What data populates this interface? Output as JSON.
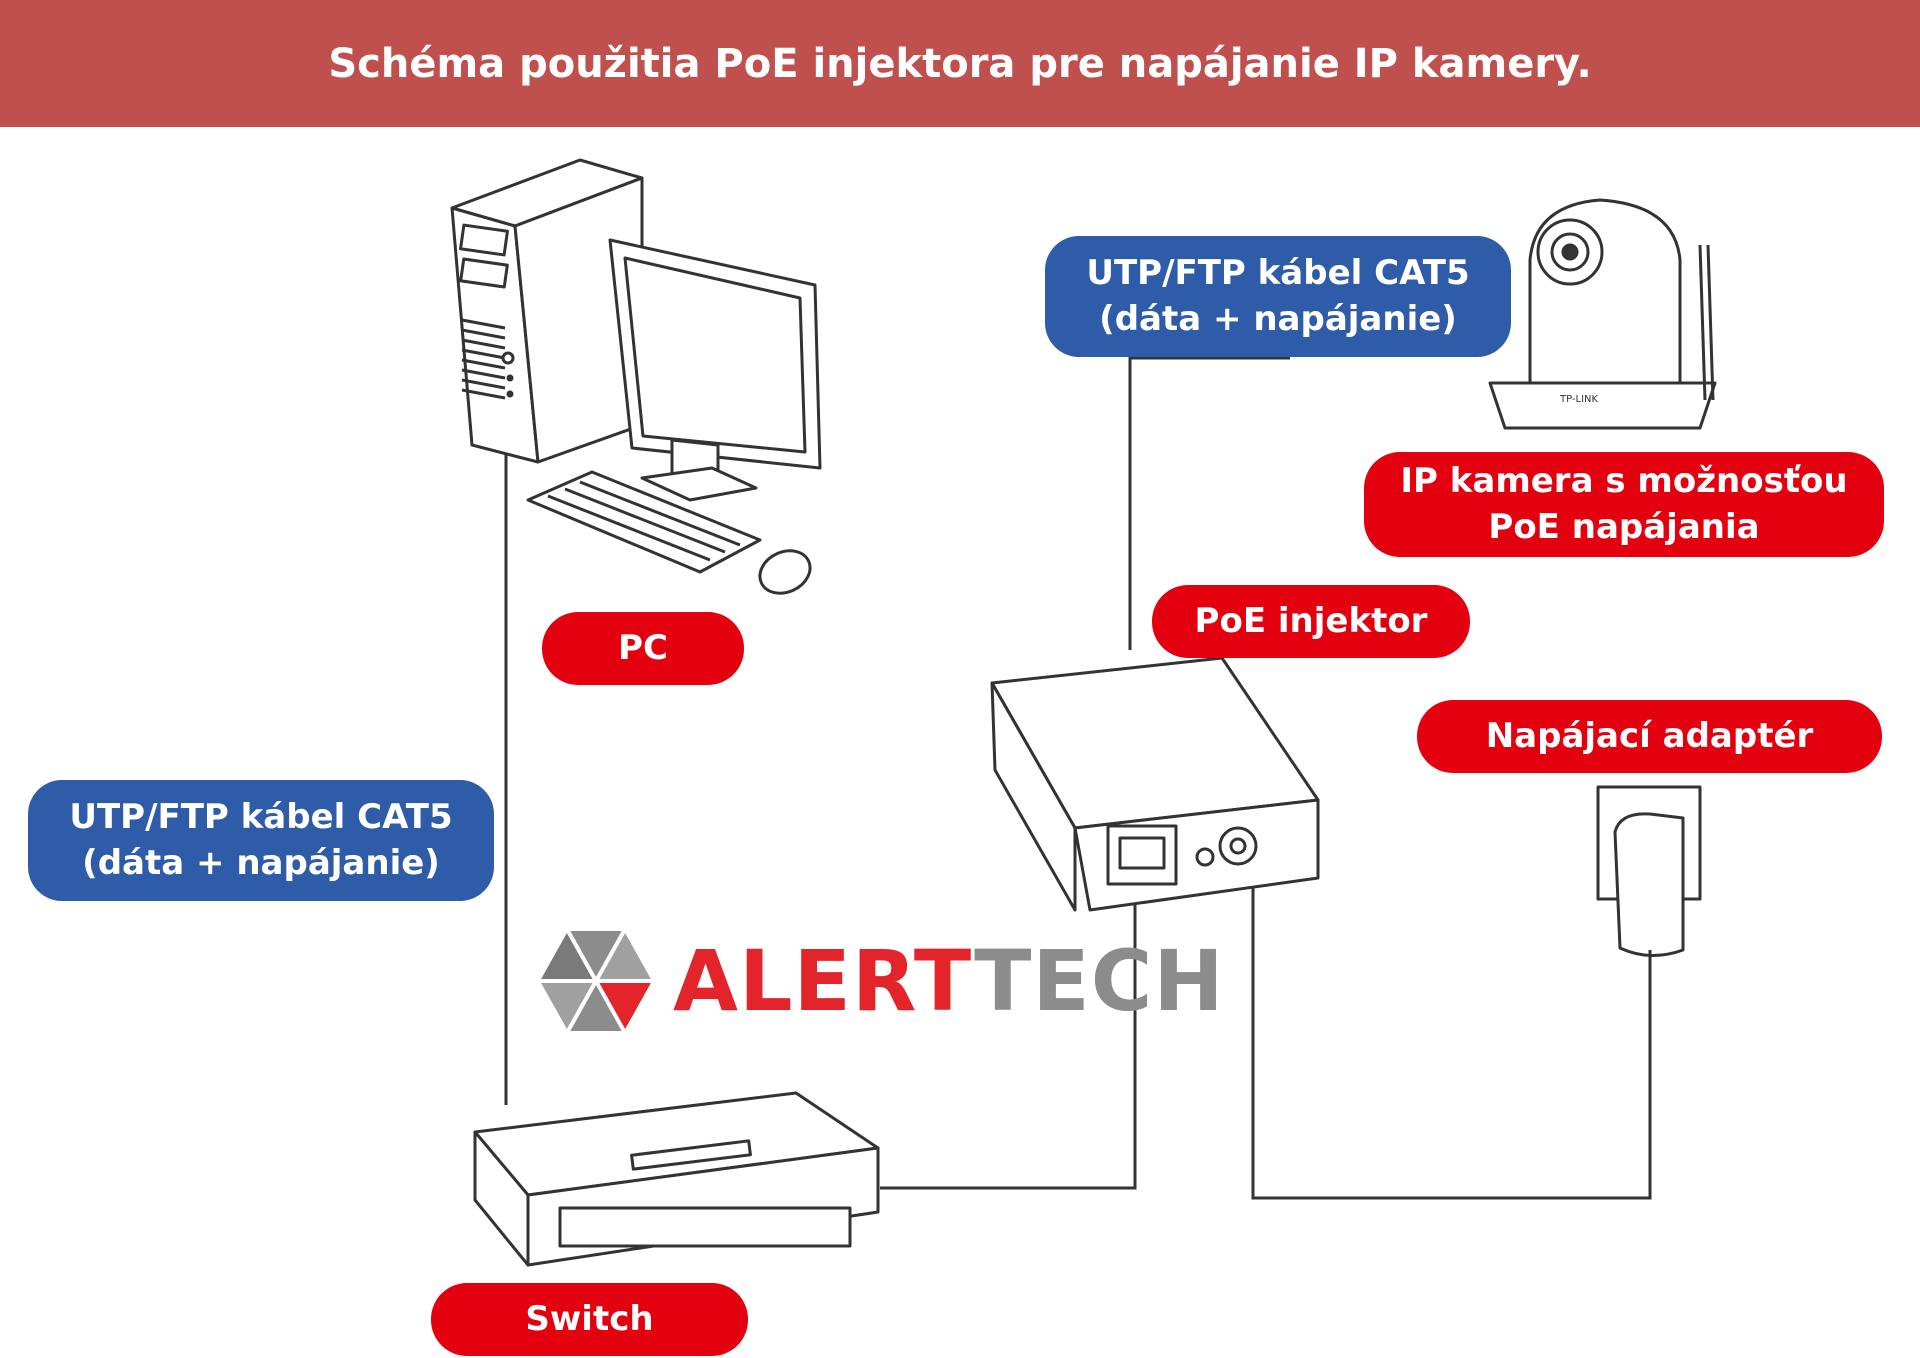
{
  "header": {
    "title": "Schéma použitia PoE injektora pre napájanie IP kamery."
  },
  "labels": {
    "cable_top_line1": "UTP/FTP kábel CAT5",
    "cable_top_line2": "(dáta + napájanie)",
    "camera_line1": "IP kamera s možnosťou",
    "camera_line2": "PoE napájania",
    "pc": "PC",
    "poe_injector": "PoE injektor",
    "power_adapter": "Napájací adaptér",
    "cable_left_line1": "UTP/FTP kábel CAT5",
    "cable_left_line2": "(dáta + napájanie)",
    "switch": "Switch"
  },
  "logo": {
    "text_red": "ALERT",
    "text_gray": "TECH"
  },
  "device_marks": {
    "camera_brand": "TP-LINK"
  },
  "colors": {
    "header_bg": "#c0504d",
    "label_red": "#e3000f",
    "label_blue": "#2e5ca8",
    "logo_red": "#e3242b",
    "logo_gray": "#8c8c8c"
  }
}
